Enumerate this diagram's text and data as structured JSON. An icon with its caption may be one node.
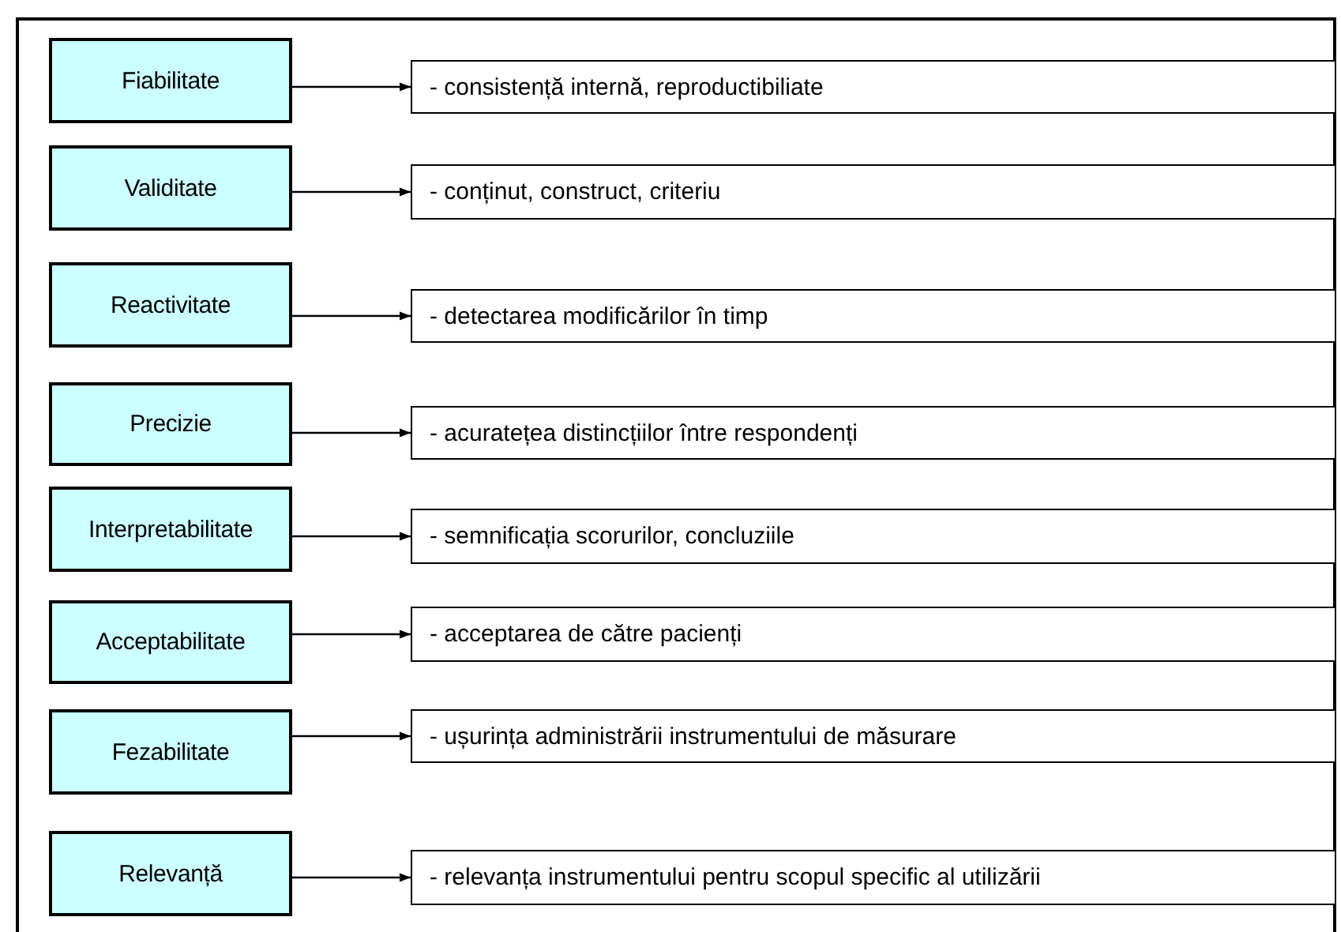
{
  "diagram": {
    "nodes": [
      {
        "text": [
          "Fiabilitate"
        ]
      },
      {
        "text": [
          "- consistență internă, reproductibiliate"
        ]
      },
      {
        "text": [
          "Validitate"
        ]
      },
      {
        "text": [
          "- conținut, construct, criteriu"
        ]
      },
      {
        "text": [
          "Reactivitate"
        ]
      },
      {
        "text": [
          "- detectarea modificărilor în timp"
        ]
      },
      {
        "text": [
          "Precizie"
        ]
      },
      {
        "text": [
          "- acuratețea distincțiilor între respondenți"
        ]
      },
      {
        "text": [
          "Interpretabilitate"
        ]
      },
      {
        "text": [
          "- semnificația scorurilor, concluziile"
        ]
      },
      {
        "text": [
          "Acceptabilitate"
        ]
      },
      {
        "text": [
          "- acceptarea de către pacienți"
        ]
      },
      {
        "text": [
          "Fezabilitate"
        ]
      },
      {
        "text": [
          "- ușurința administrării instrumentului de măsurare"
        ]
      },
      {
        "text": [
          "Relevanță"
        ]
      },
      {
        "text": [
          "- relevanța instrumentului pentru scopul specific al utilizării"
        ]
      }
    ],
    "edges": [
      {
        "from": 0,
        "to": 1,
        "arrow": "to"
      },
      {
        "from": 2,
        "to": 3,
        "arrow": "to"
      },
      {
        "from": 4,
        "to": 5,
        "arrow": "to"
      },
      {
        "from": 6,
        "to": 7,
        "arrow": "to"
      },
      {
        "from": 8,
        "to": 9,
        "arrow": "to"
      },
      {
        "from": 10,
        "to": 11,
        "arrow": "to"
      },
      {
        "from": 12,
        "to": 13,
        "arrow": "to"
      },
      {
        "from": 14,
        "to": 15,
        "arrow": "to"
      }
    ]
  }
}
